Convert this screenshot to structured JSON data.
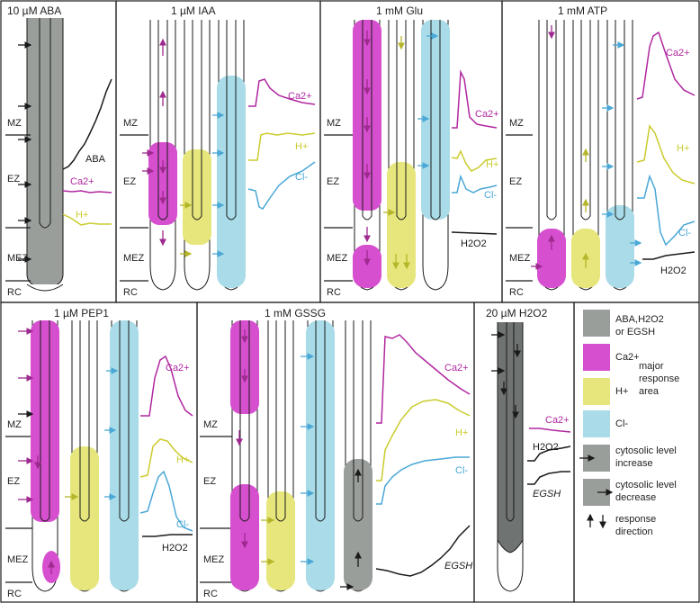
{
  "colors": {
    "ABA": "#9a9e9b",
    "Ca": "#d64fcf",
    "H": "#e6e67c",
    "Cl": "#a9dce8",
    "Ca_trace": "#b0279f",
    "H_trace": "#cbcb2f",
    "Cl_trace": "#4aa7d6",
    "black": "#1a1a1a",
    "arrow_yellow": "#b5b52a",
    "arrow_blue": "#4aa7d6",
    "arrow_magenta": "#9e2a8f"
  },
  "zones": {
    "mz": "MZ",
    "ez": "EZ",
    "mez": "MEZ",
    "rc": "RC"
  },
  "panels": [
    {
      "title": "10 µM ABA"
    },
    {
      "title": "1 µM IAA"
    },
    {
      "title": "1 mM Glu"
    },
    {
      "title": "1 mM ATP"
    },
    {
      "title": "1 µM PEP1"
    },
    {
      "title": "1 mM GSSG"
    },
    {
      "title": "20 µM H2O2"
    }
  ],
  "trace_labels": {
    "aba": "ABA",
    "ca": "Ca2+",
    "h": "H+",
    "cl": "Cl-",
    "h2o2": "H2O2",
    "egsh": "EGSH"
  },
  "legend": {
    "item1": "ABA,H2O2",
    "item1b": "or EGSH",
    "item2": "Ca2+",
    "item3": "H+",
    "item4": "Cl-",
    "major": "major",
    "response": "response",
    "area": "area",
    "increase1": "cytosolic level",
    "increase2": "increase",
    "decrease1": "cytosolic level",
    "decrease2": "decrease",
    "direction1": "response",
    "direction2": "direction"
  }
}
